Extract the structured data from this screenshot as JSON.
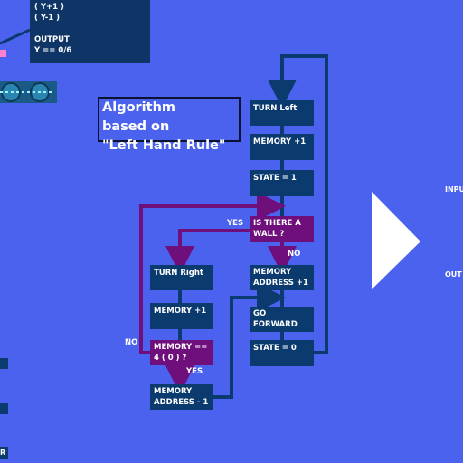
{
  "top_panel": {
    "text": "( Y+1 )\n( Y-1 )\n\nOUTPUT\nY == 0/6"
  },
  "title": "Algorithm\nbased on\n\"Left Hand Rule\"",
  "nodes": {
    "turn_left": "TURN Left",
    "memory_plus_1_a": "MEMORY +1",
    "state_1": "STATE = 1",
    "is_wall": "IS THERE A\nWALL ?",
    "mem_addr_plus_1": "MEMORY\nADDRESS +1",
    "go_forward": "GO\nFORWARD",
    "state_0": "STATE = 0",
    "turn_right": "TURN Right",
    "memory_plus_1_b": "MEMORY +1",
    "memory_eq_4": "MEMORY ==\n4 ( 0 ) ?",
    "mem_addr_minus_1": "MEMORY\nADDRESS - 1"
  },
  "labels": {
    "yes_wall": "YES",
    "no_wall": "NO",
    "no_mem": "NO",
    "yes_mem": "YES"
  },
  "right_edge": {
    "input": "INPU",
    "output": "OUT"
  },
  "left_edge": {
    "r": "R"
  },
  "colors": {
    "background": "#4a62ee",
    "box": "#0b3a6e",
    "decision": "#6e0f7c",
    "arrow_blue": "#0b3a6e",
    "arrow_purple": "#6e0f7c"
  }
}
